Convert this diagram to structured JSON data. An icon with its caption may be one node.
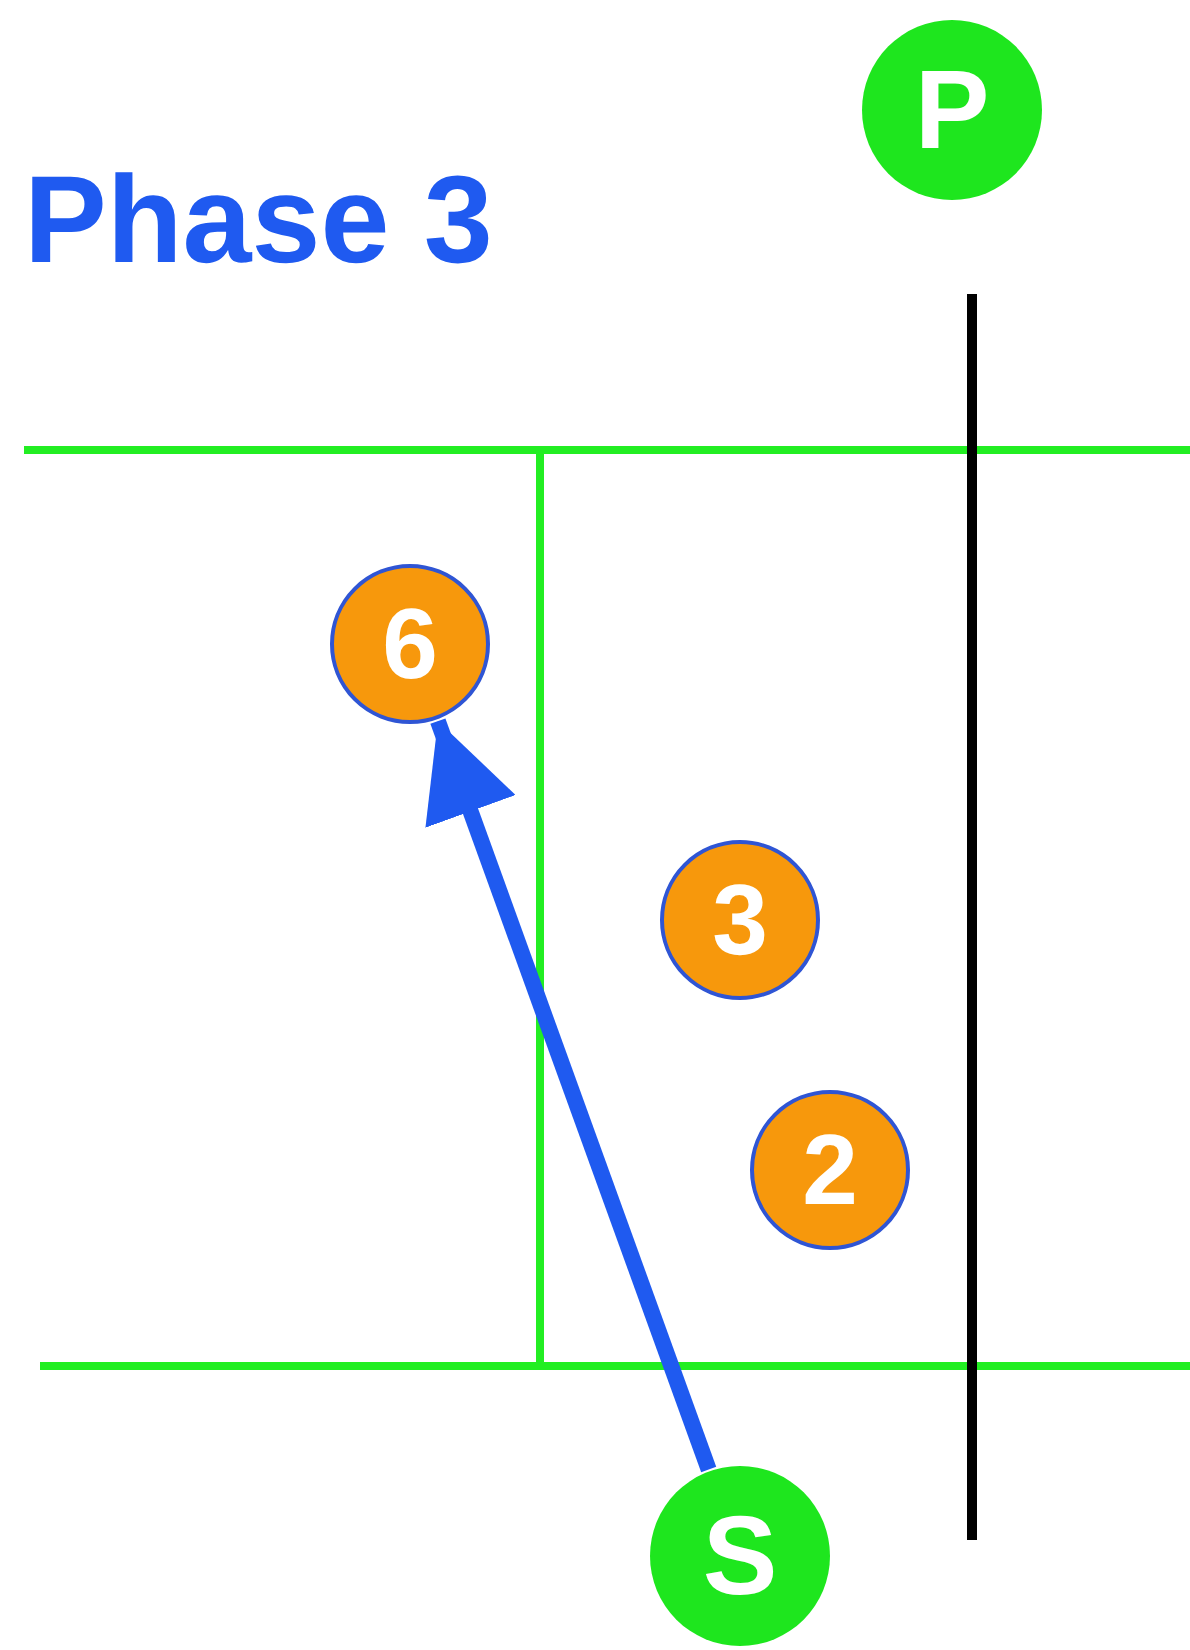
{
  "diagram": {
    "title": "Phase 3",
    "nodes": [
      {
        "text": [
          "P"
        ]
      },
      {
        "text": [
          "6"
        ]
      },
      {
        "text": [
          "3"
        ]
      },
      {
        "text": [
          "2"
        ]
      },
      {
        "text": [
          "S"
        ]
      }
    ],
    "edges": [
      {
        "from": 4,
        "to": 1,
        "arrow": "to"
      }
    ]
  }
}
